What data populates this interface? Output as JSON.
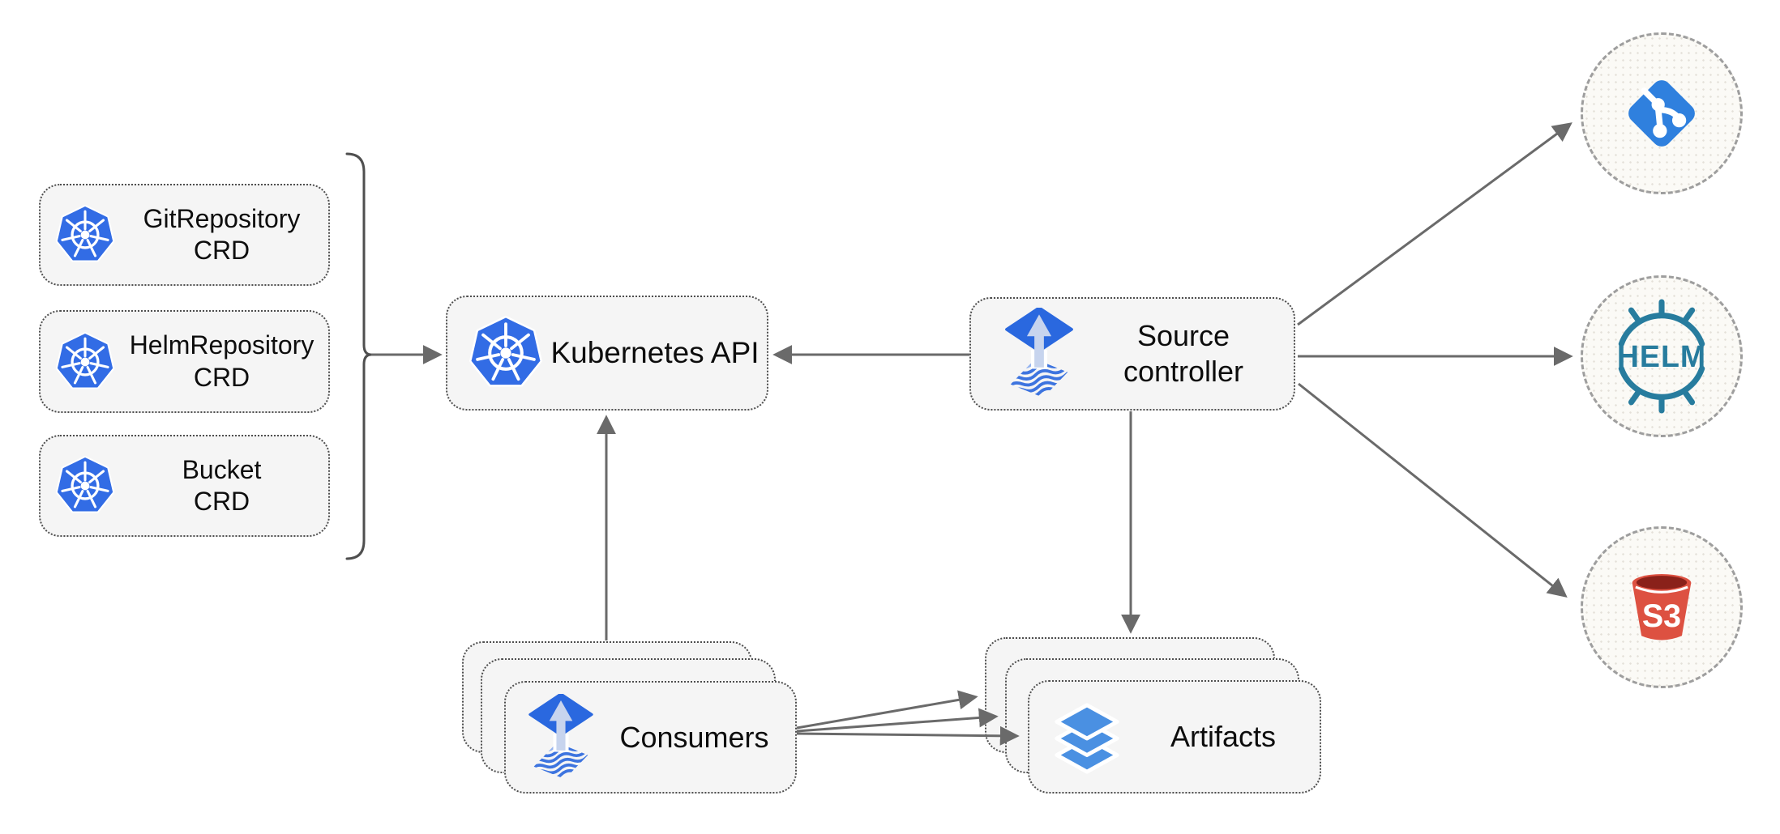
{
  "diagram": {
    "nodes": {
      "crds": [
        {
          "id": "gitrepository-crd",
          "line1": "GitRepository",
          "line2": "CRD",
          "icon": "kubernetes-icon"
        },
        {
          "id": "helmrepository-crd",
          "line1": "HelmRepository",
          "line2": "CRD",
          "icon": "kubernetes-icon"
        },
        {
          "id": "bucket-crd",
          "line1": "Bucket",
          "line2": "CRD",
          "icon": "kubernetes-icon"
        }
      ],
      "kubernetes_api": {
        "label": "Kubernetes API",
        "icon": "kubernetes-icon"
      },
      "source_controller": {
        "line1": "Source",
        "line2": "controller",
        "icon": "flux-icon"
      },
      "consumers": {
        "label": "Consumers",
        "icon": "flux-icon",
        "stack_count": 3
      },
      "artifacts": {
        "label": "Artifacts",
        "icon": "layers-icon",
        "stack_count": 3
      },
      "externals": {
        "git": {
          "icon": "git-icon"
        },
        "helm": {
          "icon": "helm-icon",
          "label": "HELM"
        },
        "s3": {
          "icon": "s3-icon",
          "label": "S3"
        }
      }
    },
    "edges": [
      {
        "from": "crd-group-bracket",
        "to": "kubernetes-api"
      },
      {
        "from": "source-controller",
        "to": "kubernetes-api"
      },
      {
        "from": "consumers",
        "to": "kubernetes-api"
      },
      {
        "from": "source-controller",
        "to": "artifacts"
      },
      {
        "from": "source-controller",
        "to": "git"
      },
      {
        "from": "source-controller",
        "to": "helm"
      },
      {
        "from": "source-controller",
        "to": "s3"
      },
      {
        "from": "consumers",
        "to": "artifacts-back"
      },
      {
        "from": "consumers",
        "to": "artifacts-middle"
      },
      {
        "from": "consumers",
        "to": "artifacts-front"
      }
    ],
    "colors": {
      "kubernetes_blue": "#326CE5",
      "flux_blue": "#2A68DF",
      "flux_arrow_light": "#C7D4EE",
      "flux_wave_blue": "#3D74DF",
      "git_blue": "#2F80DE",
      "helm_teal": "#277C9E",
      "s3_red": "#DD5141",
      "s3_dark_red": "#8A211A",
      "layers_blue": "#4A90E2",
      "node_fill": "#F5F5F5",
      "node_border": "#4E4E4E",
      "circle_fill": "#FBFAF6",
      "circle_border": "#9E9E9E",
      "connector_gray": "#6A6A6A"
    }
  }
}
